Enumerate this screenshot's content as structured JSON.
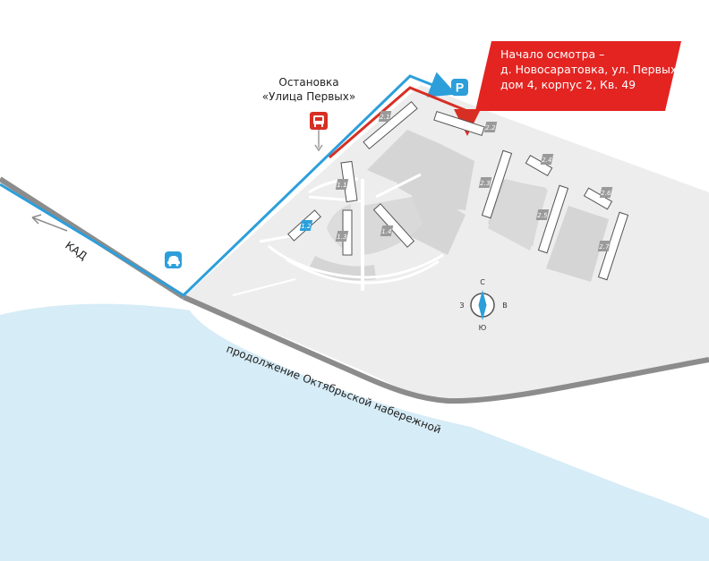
{
  "callout": {
    "line1": "Начало осмотра –",
    "line2": "д. Новосаратовка, ул. Первых,",
    "line3": "дом 4, корпус 2, Кв. 49"
  },
  "bus_stop": {
    "line1": "Остановка",
    "line2": "«Улица Первых»"
  },
  "roads": {
    "kad": "КАД",
    "embankment": "продолжение Октябрьской набережной"
  },
  "compass": {
    "north": "С",
    "south": "Ю",
    "west": "З",
    "east": "В"
  },
  "buildings": [
    "1.1",
    "1.2",
    "1.3",
    "1.4",
    "2.1",
    "2.2",
    "2.3",
    "2.4",
    "2.5",
    "2.6",
    "2.7"
  ],
  "icons": {
    "parking": "P",
    "bus": "bus-icon",
    "car": "car-icon"
  },
  "colors": {
    "water": "#d6ecf6",
    "territory": "#ededed",
    "road": "#8c8c8c",
    "route_blue": "#2c9fdb",
    "route_red": "#d72f24",
    "building_gray": "#d5d5d5",
    "label_gray": "#9a9a9a",
    "accent_label": "#2c9fdb"
  }
}
